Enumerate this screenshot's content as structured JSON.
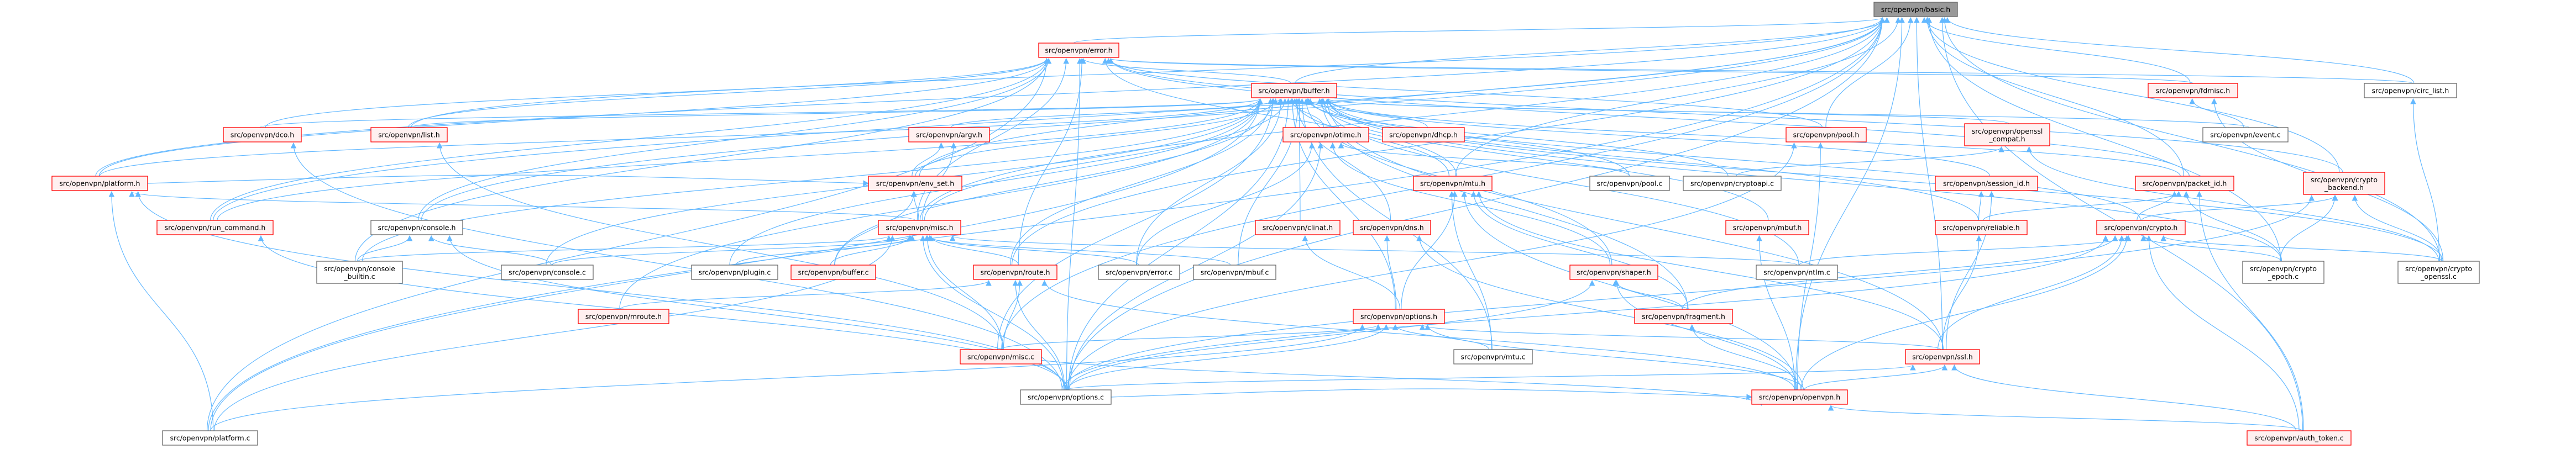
{
  "graph": {
    "colors": {
      "edge": "#63b8ff",
      "node_red_border": "#ff0000",
      "node_red_fill": "#fff0f0",
      "node_gray_border": "#666666",
      "root_fill": "#999999"
    },
    "nodes": [
      {
        "id": "basic.h",
        "label": [
          "src/openvpn/basic.h"
        ],
        "style": "root"
      },
      {
        "id": "error.h",
        "label": [
          "src/openvpn/error.h"
        ],
        "style": "red"
      },
      {
        "id": "buffer.h",
        "label": [
          "src/openvpn/buffer.h"
        ],
        "style": "red"
      },
      {
        "id": "fdmisc.h",
        "label": [
          "src/openvpn/fdmisc.h"
        ],
        "style": "red"
      },
      {
        "id": "circ_list.h",
        "label": [
          "src/openvpn/circ_list.h"
        ],
        "style": "gray"
      },
      {
        "id": "dco.h",
        "label": [
          "src/openvpn/dco.h"
        ],
        "style": "red"
      },
      {
        "id": "list.h",
        "label": [
          "src/openvpn/list.h"
        ],
        "style": "red"
      },
      {
        "id": "argv.h",
        "label": [
          "src/openvpn/argv.h"
        ],
        "style": "red"
      },
      {
        "id": "otime.h",
        "label": [
          "src/openvpn/otime.h"
        ],
        "style": "red"
      },
      {
        "id": "dhcp.h",
        "label": [
          "src/openvpn/dhcp.h"
        ],
        "style": "red"
      },
      {
        "id": "pool.h",
        "label": [
          "src/openvpn/pool.h"
        ],
        "style": "red"
      },
      {
        "id": "openssl_compat.h",
        "label": [
          "src/openvpn/openssl",
          "_compat.h"
        ],
        "style": "red"
      },
      {
        "id": "event.c",
        "label": [
          "src/openvpn/event.c"
        ],
        "style": "gray"
      },
      {
        "id": "platform.h",
        "label": [
          "src/openvpn/platform.h"
        ],
        "style": "red"
      },
      {
        "id": "env_set.h",
        "label": [
          "src/openvpn/env_set.h"
        ],
        "style": "red"
      },
      {
        "id": "mtu.h",
        "label": [
          "src/openvpn/mtu.h"
        ],
        "style": "red"
      },
      {
        "id": "pool.c",
        "label": [
          "src/openvpn/pool.c"
        ],
        "style": "gray"
      },
      {
        "id": "cryptoapi.c",
        "label": [
          "src/openvpn/cryptoapi.c"
        ],
        "style": "gray"
      },
      {
        "id": "session_id.h",
        "label": [
          "src/openvpn/session_id.h"
        ],
        "style": "red"
      },
      {
        "id": "packet_id.h",
        "label": [
          "src/openvpn/packet_id.h"
        ],
        "style": "red"
      },
      {
        "id": "crypto_backend.h",
        "label": [
          "src/openvpn/crypto",
          "_backend.h"
        ],
        "style": "red"
      },
      {
        "id": "run_command.h",
        "label": [
          "src/openvpn/run_command.h"
        ],
        "style": "red"
      },
      {
        "id": "console.h",
        "label": [
          "src/openvpn/console.h"
        ],
        "style": "gray"
      },
      {
        "id": "misc.h",
        "label": [
          "src/openvpn/misc.h"
        ],
        "style": "red"
      },
      {
        "id": "clinat.h",
        "label": [
          "src/openvpn/clinat.h"
        ],
        "style": "red"
      },
      {
        "id": "dns.h",
        "label": [
          "src/openvpn/dns.h"
        ],
        "style": "red"
      },
      {
        "id": "mbuf.h",
        "label": [
          "src/openvpn/mbuf.h"
        ],
        "style": "red"
      },
      {
        "id": "reliable.h",
        "label": [
          "src/openvpn/reliable.h"
        ],
        "style": "red"
      },
      {
        "id": "crypto.h",
        "label": [
          "src/openvpn/crypto.h"
        ],
        "style": "red"
      },
      {
        "id": "console_builtin.c",
        "label": [
          "src/openvpn/console",
          "_builtin.c"
        ],
        "style": "gray"
      },
      {
        "id": "console.c",
        "label": [
          "src/openvpn/console.c"
        ],
        "style": "gray"
      },
      {
        "id": "plugin.c",
        "label": [
          "src/openvpn/plugin.c"
        ],
        "style": "gray"
      },
      {
        "id": "buffer.c",
        "label": [
          "src/openvpn/buffer.c"
        ],
        "style": "red"
      },
      {
        "id": "route.h",
        "label": [
          "src/openvpn/route.h"
        ],
        "style": "red"
      },
      {
        "id": "error.c",
        "label": [
          "src/openvpn/error.c"
        ],
        "style": "gray"
      },
      {
        "id": "mbuf.c",
        "label": [
          "src/openvpn/mbuf.c"
        ],
        "style": "gray"
      },
      {
        "id": "shaper.h",
        "label": [
          "src/openvpn/shaper.h"
        ],
        "style": "red"
      },
      {
        "id": "ntlm.c",
        "label": [
          "src/openvpn/ntlm.c"
        ],
        "style": "gray"
      },
      {
        "id": "crypto_epoch.c",
        "label": [
          "src/openvpn/crypto",
          "_epoch.c"
        ],
        "style": "gray"
      },
      {
        "id": "crypto_openssl.c",
        "label": [
          "src/openvpn/crypto",
          "_openssl.c"
        ],
        "style": "gray"
      },
      {
        "id": "mroute.h",
        "label": [
          "src/openvpn/mroute.h"
        ],
        "style": "red"
      },
      {
        "id": "options.h",
        "label": [
          "src/openvpn/options.h"
        ],
        "style": "red"
      },
      {
        "id": "fragment.h",
        "label": [
          "src/openvpn/fragment.h"
        ],
        "style": "red"
      },
      {
        "id": "misc.c",
        "label": [
          "src/openvpn/misc.c"
        ],
        "style": "red"
      },
      {
        "id": "mtu.c",
        "label": [
          "src/openvpn/mtu.c"
        ],
        "style": "gray"
      },
      {
        "id": "ssl.h",
        "label": [
          "src/openvpn/ssl.h"
        ],
        "style": "red"
      },
      {
        "id": "options.c",
        "label": [
          "src/openvpn/options.c"
        ],
        "style": "gray"
      },
      {
        "id": "openvpn.h",
        "label": [
          "src/openvpn/openvpn.h"
        ],
        "style": "red"
      },
      {
        "id": "platform.c",
        "label": [
          "src/openvpn/platform.c"
        ],
        "style": "gray"
      },
      {
        "id": "auth_token.c",
        "label": [
          "src/openvpn/auth_token.c"
        ],
        "style": "red"
      }
    ],
    "edges": [
      [
        "error.h",
        "basic.h"
      ],
      [
        "buffer.h",
        "basic.h"
      ],
      [
        "fdmisc.h",
        "basic.h"
      ],
      [
        "circ_list.h",
        "basic.h"
      ],
      [
        "pool.h",
        "basic.h"
      ],
      [
        "platform.h",
        "basic.h"
      ],
      [
        "list.h",
        "basic.h"
      ],
      [
        "run_command.h",
        "basic.h"
      ],
      [
        "env_set.h",
        "basic.h"
      ],
      [
        "misc.h",
        "basic.h"
      ],
      [
        "route.h",
        "basic.h"
      ],
      [
        "mtu.h",
        "basic.h"
      ],
      [
        "packet_id.h",
        "basic.h"
      ],
      [
        "crypto_backend.h",
        "basic.h"
      ],
      [
        "crypto_openssl.c",
        "basic.h"
      ],
      [
        "crypto_epoch.c",
        "basic.h"
      ],
      [
        "auth_token.c",
        "basic.h"
      ],
      [
        "ssl.h",
        "basic.h"
      ],
      [
        "openvpn.h",
        "basic.h"
      ],
      [
        "options.c",
        "basic.h"
      ],
      [
        "platform.c",
        "basic.h"
      ],
      [
        "console.h",
        "basic.h"
      ],
      [
        "misc.c",
        "basic.h"
      ],
      [
        "buffer.h",
        "error.h"
      ],
      [
        "dco.h",
        "error.h"
      ],
      [
        "list.h",
        "error.h"
      ],
      [
        "run_command.h",
        "error.h"
      ],
      [
        "console.h",
        "error.h"
      ],
      [
        "misc.h",
        "error.h"
      ],
      [
        "mtu.h",
        "error.h"
      ],
      [
        "fdmisc.h",
        "error.h"
      ],
      [
        "pool.h",
        "error.h"
      ],
      [
        "circ_list.h",
        "error.h"
      ],
      [
        "crypto_backend.h",
        "error.h"
      ],
      [
        "packet_id.h",
        "error.h"
      ],
      [
        "options.c",
        "error.h"
      ],
      [
        "platform.c",
        "error.h"
      ],
      [
        "route.h",
        "error.h"
      ],
      [
        "platform.h",
        "error.h"
      ],
      [
        "console_builtin.c",
        "error.h"
      ],
      [
        "argv.h",
        "buffer.h"
      ],
      [
        "otime.h",
        "buffer.h"
      ],
      [
        "dhcp.h",
        "buffer.h"
      ],
      [
        "env_set.h",
        "buffer.h"
      ],
      [
        "mtu.h",
        "buffer.h"
      ],
      [
        "clinat.h",
        "buffer.h"
      ],
      [
        "dns.h",
        "buffer.h"
      ],
      [
        "misc.h",
        "buffer.h"
      ],
      [
        "mbuf.h",
        "buffer.h"
      ],
      [
        "reliable.h",
        "buffer.h"
      ],
      [
        "session_id.h",
        "buffer.h"
      ],
      [
        "crypto.h",
        "buffer.h"
      ],
      [
        "packet_id.h",
        "buffer.h"
      ],
      [
        "openssl_compat.h",
        "buffer.h"
      ],
      [
        "shaper.h",
        "buffer.h"
      ],
      [
        "fragment.h",
        "buffer.h"
      ],
      [
        "ssl.h",
        "buffer.h"
      ],
      [
        "options.h",
        "buffer.h"
      ],
      [
        "console_builtin.c",
        "buffer.h"
      ],
      [
        "console.c",
        "buffer.h"
      ],
      [
        "plugin.c",
        "buffer.h"
      ],
      [
        "buffer.c",
        "buffer.h"
      ],
      [
        "error.c",
        "buffer.h"
      ],
      [
        "mbuf.c",
        "buffer.h"
      ],
      [
        "pool.c",
        "buffer.h"
      ],
      [
        "cryptoapi.c",
        "buffer.h"
      ],
      [
        "ntlm.c",
        "buffer.h"
      ],
      [
        "crypto_epoch.c",
        "buffer.h"
      ],
      [
        "crypto_openssl.c",
        "buffer.h"
      ],
      [
        "platform.c",
        "buffer.h"
      ],
      [
        "misc.c",
        "buffer.h"
      ],
      [
        "options.c",
        "buffer.h"
      ],
      [
        "mtu.c",
        "buffer.h"
      ],
      [
        "route.h",
        "buffer.h"
      ],
      [
        "list.h",
        "buffer.h"
      ],
      [
        "dco.h",
        "buffer.h"
      ],
      [
        "event.c",
        "buffer.h"
      ],
      [
        "platform.h",
        "buffer.h"
      ],
      [
        "mroute.h",
        "buffer.h"
      ],
      [
        "run_command.h",
        "buffer.h"
      ],
      [
        "event.c",
        "fdmisc.h"
      ],
      [
        "crypto_openssl.c",
        "fdmisc.h"
      ],
      [
        "crypto_openssl.c",
        "circ_list.h"
      ],
      [
        "env_set.h",
        "argv.h"
      ],
      [
        "misc.h",
        "argv.h"
      ],
      [
        "misc.h",
        "env_set.h"
      ],
      [
        "platform.h",
        "env_set.h"
      ],
      [
        "buffer.c",
        "env_set.h"
      ],
      [
        "error.c",
        "otime.h"
      ],
      [
        "options.c",
        "otime.h"
      ],
      [
        "pool.c",
        "otime.h"
      ],
      [
        "shaper.h",
        "otime.h"
      ],
      [
        "options.h",
        "mtu.h"
      ],
      [
        "mtu.c",
        "mtu.h"
      ],
      [
        "fragment.h",
        "mtu.h"
      ],
      [
        "ssl.h",
        "mtu.h"
      ],
      [
        "openvpn.h",
        "mtu.h"
      ],
      [
        "platform.c",
        "platform.h"
      ],
      [
        "options.c",
        "platform.h"
      ],
      [
        "misc.h",
        "platform.h"
      ],
      [
        "options.c",
        "run_command.h"
      ],
      [
        "console_builtin.c",
        "console.h"
      ],
      [
        "console.c",
        "console.h"
      ],
      [
        "options.c",
        "console.h"
      ],
      [
        "options.c",
        "dco.h"
      ],
      [
        "misc.c",
        "list.h"
      ],
      [
        "console_builtin.c",
        "misc.h"
      ],
      [
        "console.c",
        "misc.h"
      ],
      [
        "plugin.c",
        "misc.h"
      ],
      [
        "buffer.c",
        "misc.h"
      ],
      [
        "route.h",
        "misc.h"
      ],
      [
        "error.c",
        "misc.h"
      ],
      [
        "mbuf.c",
        "misc.h"
      ],
      [
        "misc.c",
        "misc.h"
      ],
      [
        "options.c",
        "misc.h"
      ],
      [
        "platform.c",
        "misc.h"
      ],
      [
        "ntlm.c",
        "misc.h"
      ],
      [
        "mroute.h",
        "route.h"
      ],
      [
        "misc.c",
        "route.h"
      ],
      [
        "options.c",
        "route.h"
      ],
      [
        "openvpn.h",
        "route.h"
      ],
      [
        "options.h",
        "clinat.h"
      ],
      [
        "options.h",
        "dns.h"
      ],
      [
        "openvpn.h",
        "dns.h"
      ],
      [
        "misc.c",
        "options.h"
      ],
      [
        "mtu.c",
        "options.h"
      ],
      [
        "options.c",
        "options.h"
      ],
      [
        "ssl.h",
        "options.h"
      ],
      [
        "openvpn.h",
        "options.h"
      ],
      [
        "platform.c",
        "options.h"
      ],
      [
        "openvpn.h",
        "shaper.h"
      ],
      [
        "options.c",
        "shaper.h"
      ],
      [
        "fragment.h",
        "shaper.h"
      ],
      [
        "openvpn.h",
        "mbuf.h"
      ],
      [
        "openvpn.h",
        "fragment.h"
      ],
      [
        "reliable.h",
        "session_id.h"
      ],
      [
        "ssl.h",
        "session_id.h"
      ],
      [
        "ssl.h",
        "reliable.h"
      ],
      [
        "crypto.h",
        "packet_id.h"
      ],
      [
        "reliable.h",
        "packet_id.h"
      ],
      [
        "crypto_epoch.c",
        "packet_id.h"
      ],
      [
        "auth_token.c",
        "packet_id.h"
      ],
      [
        "crypto.h",
        "crypto_backend.h"
      ],
      [
        "crypto_epoch.c",
        "crypto_backend.h"
      ],
      [
        "crypto_openssl.c",
        "crypto_backend.h"
      ],
      [
        "options.c",
        "crypto_backend.h"
      ],
      [
        "ssl.h",
        "crypto.h"
      ],
      [
        "openvpn.h",
        "crypto.h"
      ],
      [
        "crypto_epoch.c",
        "crypto.h"
      ],
      [
        "crypto_openssl.c",
        "crypto.h"
      ],
      [
        "auth_token.c",
        "crypto.h"
      ],
      [
        "options.c",
        "crypto.h"
      ],
      [
        "ntlm.c",
        "crypto.h"
      ],
      [
        "fragment.h",
        "crypto.h"
      ],
      [
        "openvpn.h",
        "ssl.h"
      ],
      [
        "options.c",
        "ssl.h"
      ],
      [
        "auth_token.c",
        "ssl.h"
      ],
      [
        "auth_token.c",
        "openvpn.h"
      ],
      [
        "options.c",
        "openvpn.h"
      ],
      [
        "misc.c",
        "openvpn.h"
      ],
      [
        "options.c",
        "pool.h"
      ],
      [
        "openvpn.h",
        "pool.h"
      ],
      [
        "cryptoapi.c",
        "openssl_compat.h"
      ],
      [
        "crypto_openssl.c",
        "openssl_compat.h"
      ]
    ]
  }
}
